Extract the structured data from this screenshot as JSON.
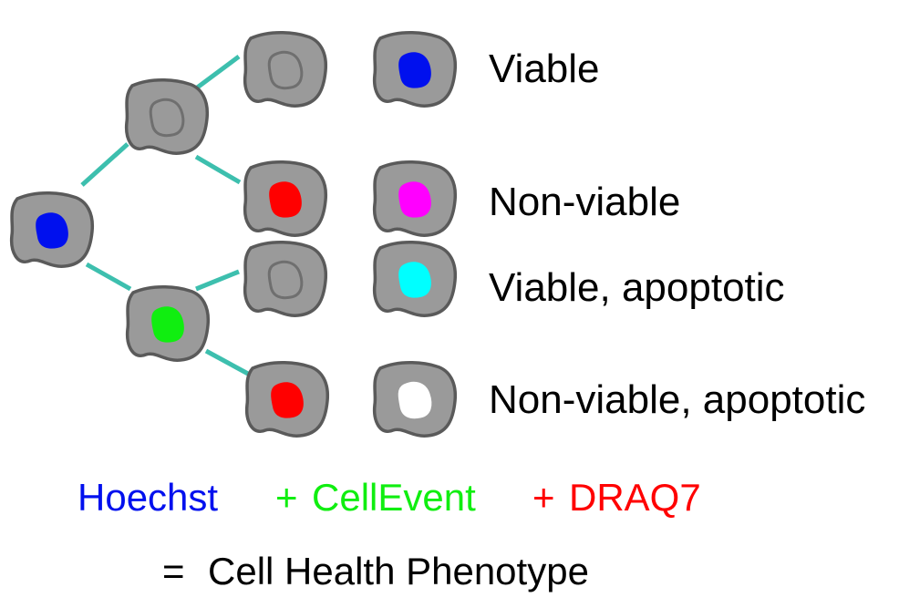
{
  "colors": {
    "cell_fill": "#9a9a9a",
    "cell_stroke": "#5a5a5a",
    "connector": "#3dbfae",
    "nucleus_outline": "#6f6f6f",
    "hoechst": "#0010ee",
    "cellevent": "#10ee10",
    "draq7": "#ff0000",
    "magenta": "#ff00ff",
    "cyan": "#00ffff",
    "white": "#ffffff"
  },
  "tree": {
    "root": {
      "nucleus": "hoechst"
    },
    "upper_parent": {
      "nucleus": "outline"
    },
    "lower_parent": {
      "nucleus": "cellevent"
    },
    "children": [
      {
        "nucleus": "outline"
      },
      {
        "nucleus": "draq7"
      },
      {
        "nucleus": "outline"
      },
      {
        "nucleus": "draq7"
      }
    ]
  },
  "outcomes": [
    {
      "nucleus": "hoechst",
      "label": "Viable"
    },
    {
      "nucleus": "magenta",
      "label": "Non-viable"
    },
    {
      "nucleus": "cyan",
      "label": "Viable, apoptotic"
    },
    {
      "nucleus": "white",
      "label": "Non-viable, apoptotic"
    }
  ],
  "legend": {
    "hoechst": "Hoechst",
    "plus_1": "+",
    "cellevent": "CellEvent",
    "plus_2": "+",
    "draq7": "DRAQ7",
    "equals": "=",
    "result": "Cell Health Phenotype"
  }
}
